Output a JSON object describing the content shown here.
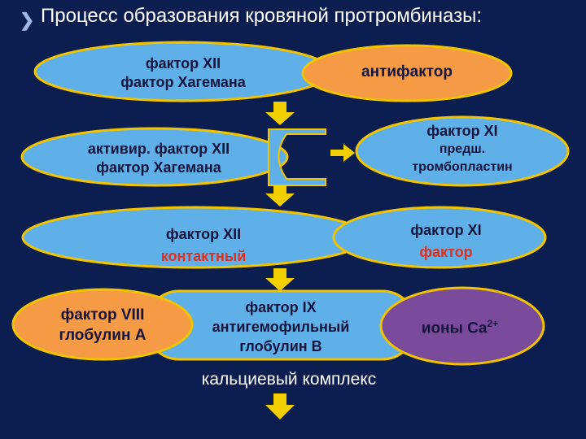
{
  "title": "Процесс образования кровяной протромбиназы:",
  "colors": {
    "background": "#0c1d4f",
    "blue_oval": "#5fb0e8",
    "yellow_outline": "#f2c400",
    "arrow": "#f2d000",
    "orange_oval": "#f59a45",
    "purple_oval": "#7a4b9a",
    "text_dark": "#14143c",
    "text_red": "#e0301e"
  },
  "icons": {
    "bullet": "chevron-right-icon"
  },
  "nodes": {
    "r1_line1": "фактор XII",
    "r1_line2": "фактор Хагемана",
    "antifactor": "антифактор",
    "r2_line1": "активир. фактор XII",
    "r2_line2": "фактор Хагемана",
    "f11_line1": "фактор XI",
    "f11_line2": "предш.",
    "f11_line3": "тромбопластин",
    "r3_line1": "фактор XII",
    "r3_line2": "контактный",
    "f11b_line1": "фактор XI",
    "f11b_line2": "фактор",
    "f8_line1": "фактор VIII",
    "f8_line2": "глобулин А",
    "r4_line1": "фактор IX",
    "r4_line2": "антигемофильный",
    "r4_line3": "глобулин В",
    "ca_text": "ионы Ca",
    "ca_sup": "2+",
    "complex": "кальциевый комплекс"
  }
}
